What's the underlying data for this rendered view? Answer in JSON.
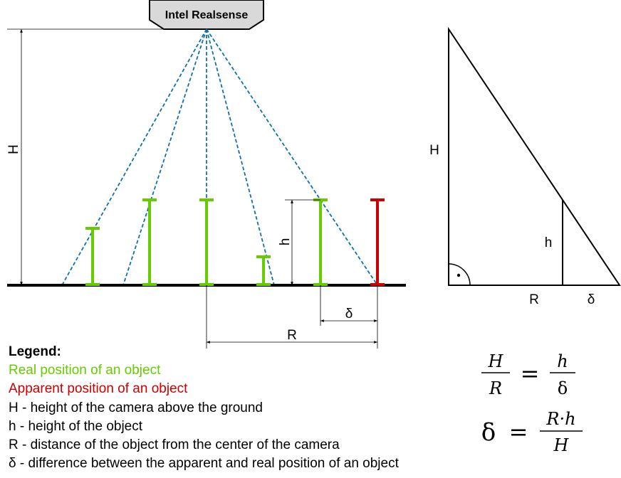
{
  "camera": {
    "label": "Intel Realsense"
  },
  "left_diagram": {
    "h_dimension_label": "H",
    "object_height_label": "h",
    "delta_label": "δ",
    "distance_label": "R"
  },
  "triangle": {
    "h_label": "H",
    "h_small_label": "h",
    "r_label": "R",
    "delta_label": "δ"
  },
  "legend": {
    "title": "Legend:",
    "real": "Real position of an object",
    "apparent": "Apparent position of an object",
    "h_big": "H - height of the camera above the ground",
    "h_small": "h - height of the object",
    "r": "R - distance of the object from the center of the camera",
    "delta": "δ - difference between the apparent and real position of an object"
  },
  "formula": {
    "f1_num_left": "H",
    "f1_den_left": "R",
    "f1_equals": "=",
    "f1_num_right": "h",
    "f1_den_right": "δ",
    "f2_left": "δ",
    "f2_equals": "=",
    "f2_num": "R·h",
    "f2_den": "H"
  },
  "colors": {
    "real": "#66cc00",
    "apparent": "#cc0000",
    "rays": "#1070b0",
    "ground": "#000000",
    "camera_fill": "#d9d9d9"
  }
}
